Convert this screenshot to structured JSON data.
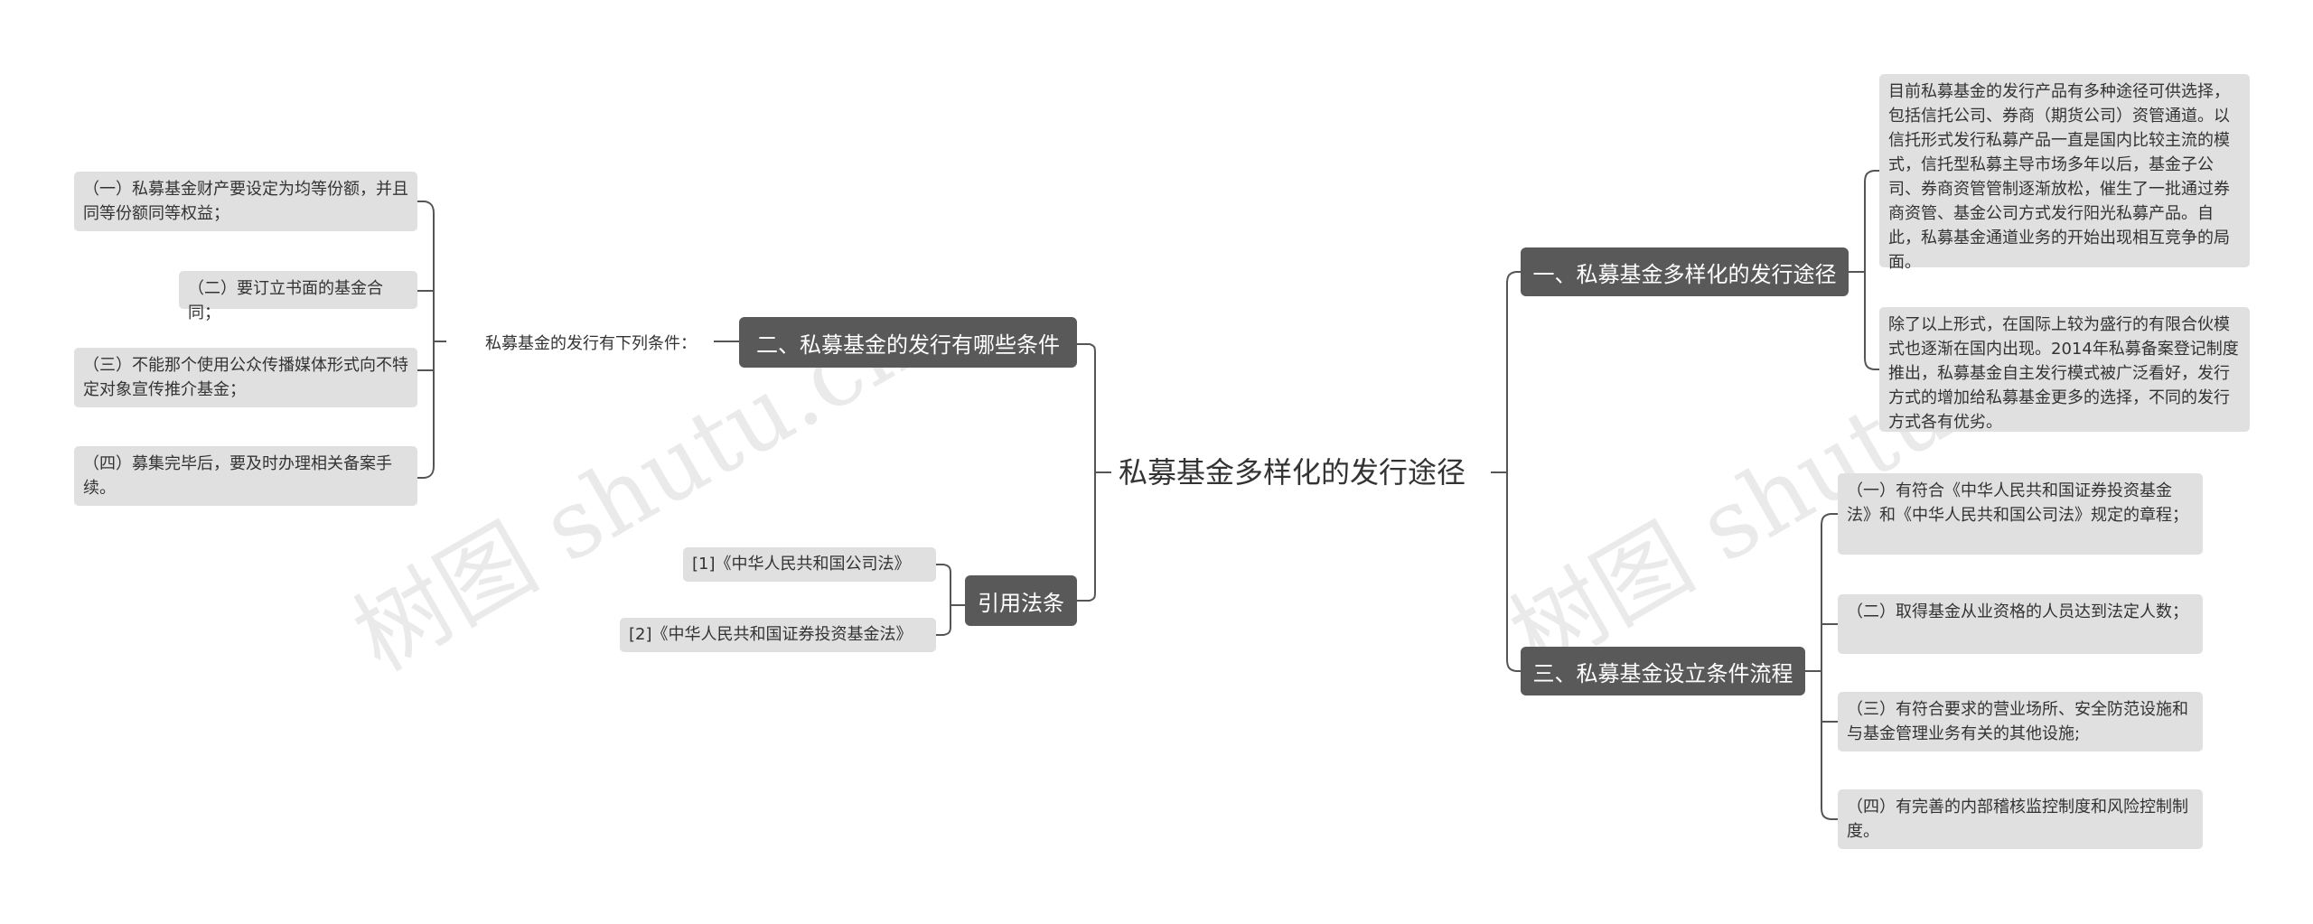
{
  "root": {
    "title": "私募基金多样化的发行途径"
  },
  "branches": {
    "b1": {
      "label": "一、私募基金多样化的发行途径",
      "leaves": [
        "目前私募基金的发行产品有多种途径可供选择，包括信托公司、券商（期货公司）资管通道。以信托形式发行私募产品一直是国内比较主流的模式，信托型私募主导市场多年以后，基金子公司、券商资管管制逐渐放松，催生了一批通过券商资管、基金公司方式发行阳光私募产品。自此，私募基金通道业务的开始出现相互竞争的局面。",
        "除了以上形式，在国际上较为盛行的有限合伙模式也逐渐在国内出现。2014年私募备案登记制度推出，私募基金自主发行模式被广泛看好，发行方式的增加给私募基金更多的选择，不同的发行方式各有优劣。"
      ]
    },
    "b2": {
      "label": "二、私募基金的发行有哪些条件",
      "intro": "私募基金的发行有下列条件：",
      "leaves": [
        "（一）私募基金财产要设定为均等份额，并且同等份额同等权益；",
        "（二）要订立书面的基金合同；",
        "（三）不能那个使用公众传播媒体形式向不特定对象宣传推介基金；",
        "（四）募集完毕后，要及时办理相关备案手续。"
      ]
    },
    "b3": {
      "label": "三、私募基金设立条件流程",
      "leaves": [
        "（一）有符合《中华人民共和国证券投资基金法》和《中华人民共和国公司法》规定的章程；",
        "（二）取得基金从业资格的人员达到法定人数；",
        "（三）有符合要求的营业场所、安全防范设施和与基金管理业务有关的其他设施;",
        "（四）有完善的内部稽核监控制度和风险控制制度。"
      ]
    },
    "b4": {
      "label": "引用法条",
      "leaves": [
        "[1]《中华人民共和国公司法》",
        "[2]《中华人民共和国证券投资基金法》"
      ]
    }
  },
  "watermark": {
    "text": "树图 shutu.cn"
  },
  "colors": {
    "branch_bg": "#595959",
    "leaf_bg": "#e0e0e0",
    "line": "#555555",
    "text": "#333333"
  }
}
